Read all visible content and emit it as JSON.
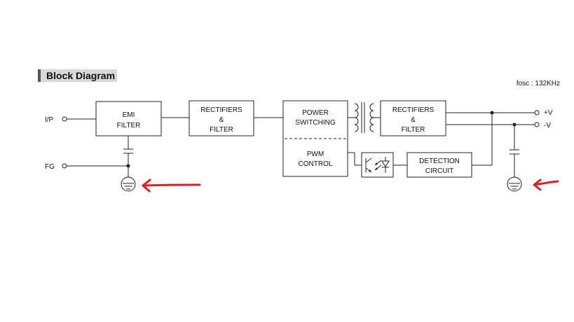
{
  "header": {
    "title": "Block Diagram",
    "fosc": "fosc : 132KHz"
  },
  "terminals": {
    "ip": "I/P",
    "fg": "FG",
    "pos_v": "+V",
    "neg_v": "-V"
  },
  "blocks": {
    "emi_filter": [
      "EMI",
      "FILTER"
    ],
    "rectifiers_in": [
      "RECTIFIERS",
      "&",
      "FILTER"
    ],
    "power_switching": [
      "POWER",
      "SWITCHING"
    ],
    "pwm_control": [
      "PWM",
      "CONTROL"
    ],
    "rectifiers_out": [
      "RECTIFIERS",
      "&",
      "FILTER"
    ],
    "detection_circuit": [
      "DETECTION",
      "CIRCUIT"
    ]
  },
  "colors": {
    "line": "#222222",
    "header_bg": "#d9d9d9",
    "header_bar": "#555555",
    "annotation": "#e02020"
  }
}
